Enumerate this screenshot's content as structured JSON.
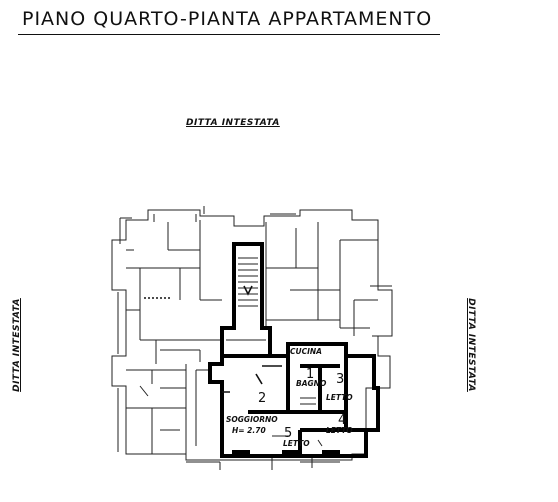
{
  "title": "PIANO QUARTO-PIANTA APPARTAMENTO",
  "neighbors": {
    "top": "DITTA INTESTATA",
    "left": "DITTA INTESTATA",
    "right": "DITTA INTESTATA"
  },
  "rooms": {
    "cucina": {
      "label": "CUCINA"
    },
    "bagno": {
      "label": "BAGNO",
      "number": "1"
    },
    "letto3": {
      "label": "LETTO",
      "number": "3"
    },
    "soggiorno": {
      "label": "SOGGIORNO",
      "height": "H= 2.70",
      "number": "2"
    },
    "letto4": {
      "label": "LETTO",
      "number": "4"
    },
    "letto5": {
      "label": "LETTO",
      "number": "5"
    }
  },
  "colors": {
    "ink": "#111111",
    "paper": "#ffffff"
  }
}
